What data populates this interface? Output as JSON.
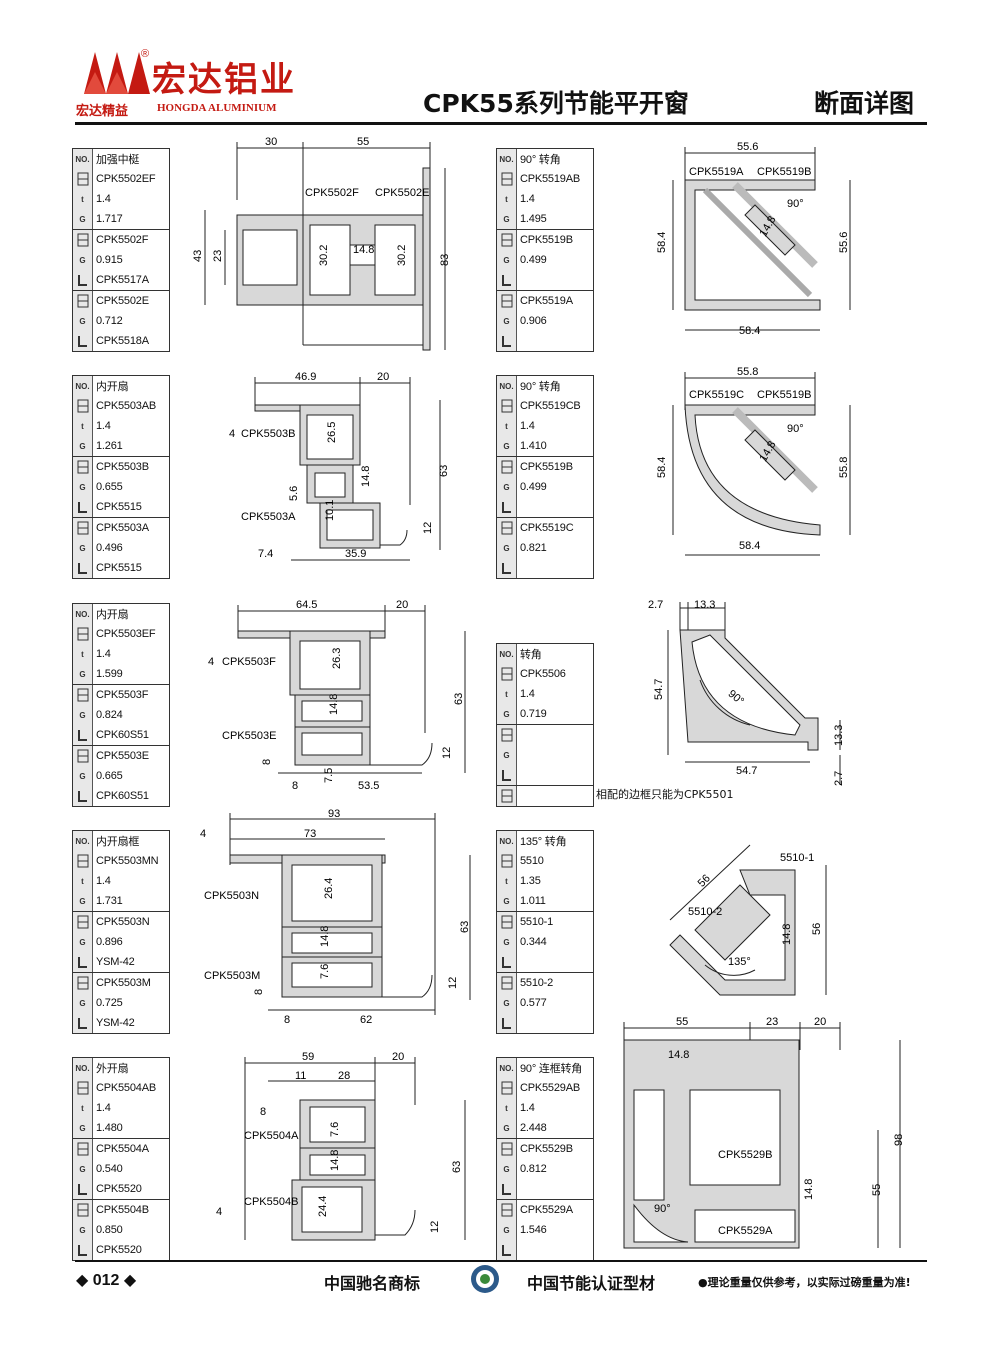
{
  "header": {
    "brand_cn": "宏达铝业",
    "brand_sub_cn": "宏达精益",
    "brand_sub_en": "HONGDA ALUMINIUM",
    "registered": "®",
    "series_title": "CPK55系列节能平开窗",
    "section_title": "断面详图",
    "brand_color": "#c41a12"
  },
  "icons": {
    "no": "NO.",
    "t": "t",
    "g": "G"
  },
  "cards": [
    {
      "rows": [
        "加强中梃",
        "CPK5502EF",
        "1.4",
        "1.717",
        "CPK5502F",
        "0.915",
        "CPK5517A",
        "CPK5502E",
        "0.712",
        "CPK5518A"
      ]
    },
    {
      "rows": [
        "内开扇",
        "CPK5503AB",
        "1.4",
        "1.261",
        "CPK5503B",
        "0.655",
        "CPK5515",
        "CPK5503A",
        "0.496",
        "CPK5515"
      ]
    },
    {
      "rows": [
        "内开扇",
        "CPK5503EF",
        "1.4",
        "1.599",
        "CPK5503F",
        "0.824",
        "CPK60S51",
        "CPK5503E",
        "0.665",
        "CPK60S51"
      ]
    },
    {
      "rows": [
        "内开扇框",
        "CPK5503MN",
        "1.4",
        "1.731",
        "CPK5503N",
        "0.896",
        "YSM-42",
        "CPK5503M",
        "0.725",
        "YSM-42"
      ]
    },
    {
      "rows": [
        "外开扇",
        "CPK5504AB",
        "1.4",
        "1.480",
        "CPK5504A",
        "0.540",
        "CPK5520",
        "CPK5504B",
        "0.850",
        "CPK5520"
      ]
    },
    {
      "rows": [
        "90° 转角",
        "CPK5519AB",
        "1.4",
        "1.495",
        "CPK5519B",
        "0.499",
        "",
        "CPK5519A",
        "0.906",
        ""
      ]
    },
    {
      "rows": [
        "90° 转角",
        "CPK5519CB",
        "1.4",
        "1.410",
        "CPK5519B",
        "0.499",
        "",
        "CPK5519C",
        "0.821",
        ""
      ]
    },
    {
      "rows": [
        "转角",
        "CPK5506",
        "1.4",
        "0.719",
        "",
        "",
        "",
        "",
        "",
        ""
      ]
    },
    {
      "rows": [
        "135° 转角",
        "5510",
        "1.35",
        "1.011",
        "5510-1",
        "0.344",
        "",
        "5510-2",
        "0.577",
        ""
      ]
    },
    {
      "rows": [
        "90° 连框转角",
        "CPK5529AB",
        "1.4",
        "2.448",
        "CPK5529B",
        "0.812",
        "",
        "CPK5529A",
        "1.546",
        ""
      ]
    }
  ],
  "drawings": {
    "d1": {
      "dims": [
        "30",
        "55",
        "43",
        "23",
        "30.2",
        "14.8",
        "30.2",
        "83"
      ],
      "labels": [
        "CPK5502F",
        "CPK5502E"
      ]
    },
    "d2": {
      "dims": [
        "46.9",
        "20",
        "4",
        "26.5",
        "5.6",
        "14.8",
        "10.1",
        "12",
        "63",
        "7.4",
        "35.9"
      ],
      "labels": [
        "CPK5503B",
        "CPK5503A"
      ]
    },
    "d3": {
      "dims": [
        "64.5",
        "20",
        "4",
        "26.3",
        "14.8",
        "8",
        "7.5",
        "12",
        "63",
        "8",
        "53.5"
      ],
      "labels": [
        "CPK5503F",
        "CPK5503E"
      ]
    },
    "d4": {
      "dims": [
        "93",
        "73",
        "4",
        "26.4",
        "14.8",
        "7.6",
        "8",
        "12",
        "63",
        "8",
        "62"
      ],
      "labels": [
        "CPK5503N",
        "CPK5503M"
      ]
    },
    "d5": {
      "dims": [
        "59",
        "20",
        "11",
        "28",
        "8",
        "7.6",
        "14.8",
        "24.4",
        "4",
        "12",
        "63"
      ],
      "labels": [
        "CPK5504A",
        "CPK5504B"
      ]
    },
    "d6": {
      "dims": [
        "55.6",
        "14.8",
        "90°",
        "58.4",
        "55.6",
        "58.4"
      ],
      "labels": [
        "CPK5519A",
        "CPK5519B"
      ]
    },
    "d7": {
      "dims": [
        "55.8",
        "14.8",
        "90°",
        "58.4",
        "55.8",
        "58.4"
      ],
      "labels": [
        "CPK5519C",
        "CPK5519B"
      ]
    },
    "d8": {
      "dims": [
        "2.7",
        "13.3",
        "54.7",
        "90°",
        "13.3",
        "54.7",
        "2.7"
      ],
      "note": "相配的边框只能为CPK5501"
    },
    "d9": {
      "dims": [
        "56",
        "14.8",
        "56",
        "135°"
      ],
      "labels": [
        "5510-1",
        "5510-2"
      ]
    },
    "d10": {
      "dims": [
        "55",
        "23",
        "20",
        "14.8",
        "98",
        "55",
        "14.8",
        "90°"
      ],
      "labels": [
        "CPK5529B",
        "CPK5529A"
      ]
    }
  },
  "footer": {
    "page_no": "◆ 012 ◆",
    "text1": "中国驰名商标",
    "text2": "中国节能认证型材",
    "note": "●理论重量仅供参考，以实际过磅重量为准!"
  }
}
